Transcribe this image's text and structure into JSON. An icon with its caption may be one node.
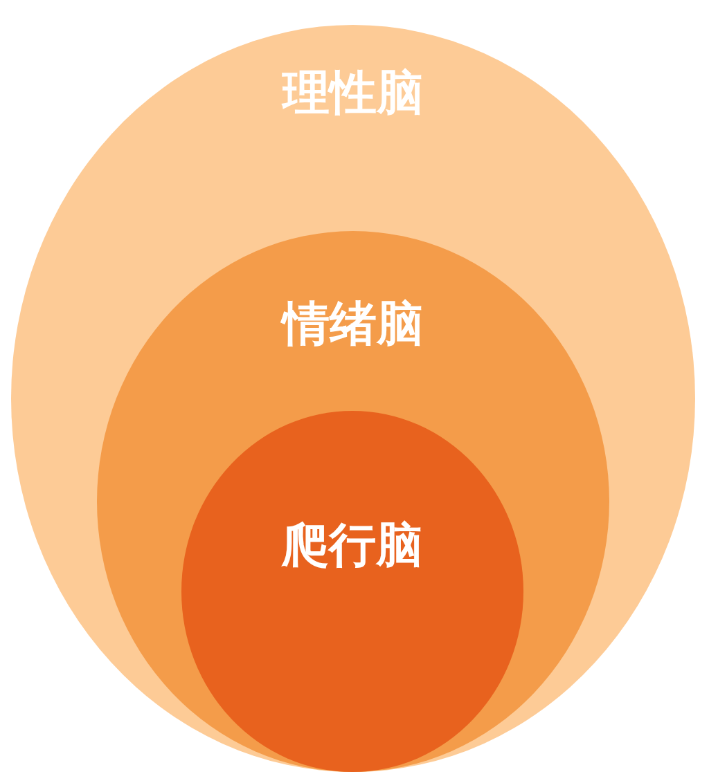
{
  "diagram": {
    "nodes": [
      {
        "text": [
          "理性脑"
        ]
      },
      {
        "text": [
          "情绪脑"
        ],
        "in": 0
      },
      {
        "text": [
          "爬行脑"
        ],
        "in": 1
      }
    ]
  }
}
